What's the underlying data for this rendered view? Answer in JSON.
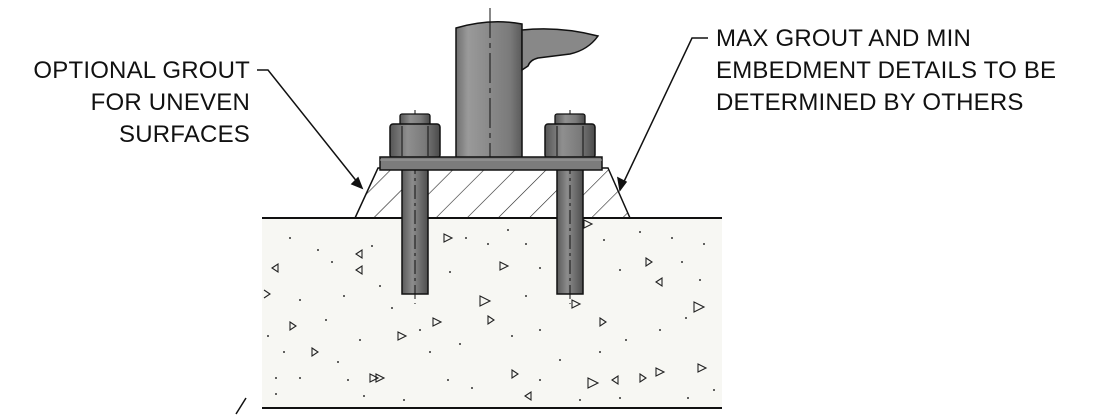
{
  "callouts": {
    "left": {
      "lines": [
        "OPTIONAL GROUT",
        "FOR UNEVEN",
        "SURFACES"
      ]
    },
    "right": {
      "lines": [
        "MAX GROUT AND MIN",
        "EMBEDMENT DETAILS TO BE",
        "DETERMINED BY OTHERS"
      ]
    }
  }
}
